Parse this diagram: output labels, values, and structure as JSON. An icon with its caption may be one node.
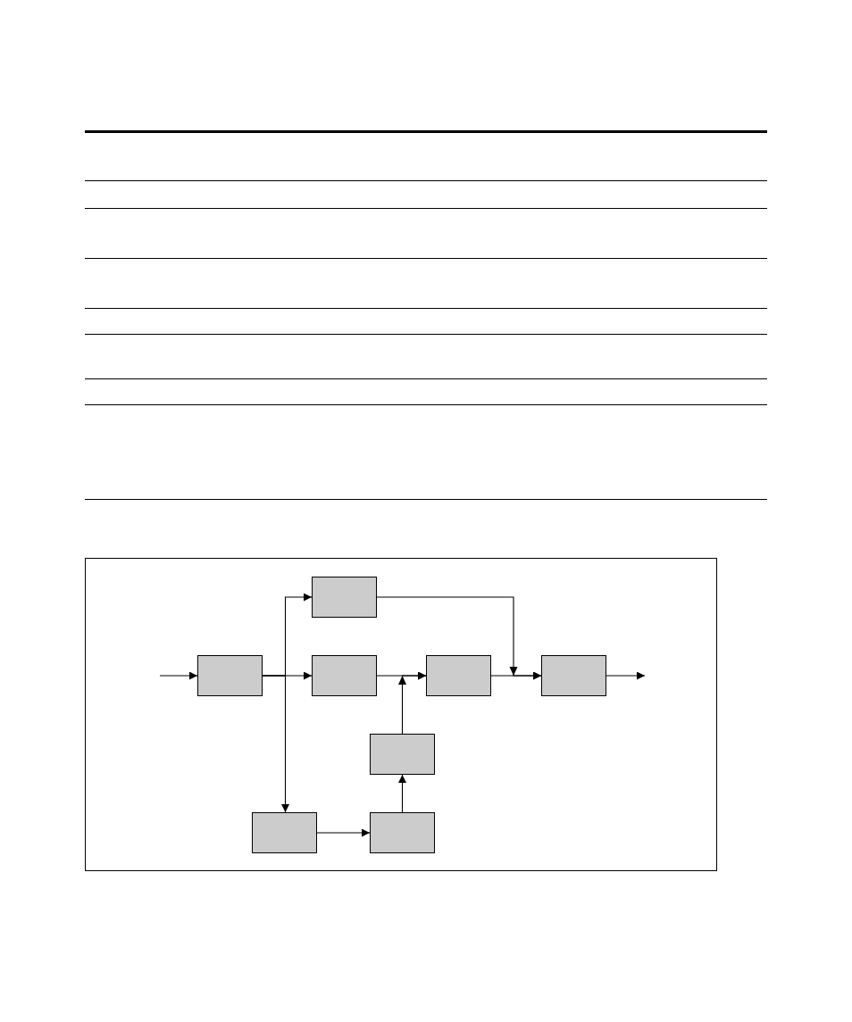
{
  "diagram": {
    "nodes": [
      {
        "text": [],
        "shape": "box"
      },
      {
        "text": [],
        "shape": "box"
      },
      {
        "text": [],
        "shape": "box"
      },
      {
        "text": [],
        "shape": "box"
      },
      {
        "text": [],
        "shape": "box"
      },
      {
        "text": [],
        "shape": "box"
      },
      {
        "text": [],
        "shape": "box"
      },
      {
        "text": [],
        "shape": "box"
      }
    ],
    "edges": [
      {
        "from": null,
        "to": 1,
        "arrow": "to"
      },
      {
        "from": 1,
        "to": 2,
        "arrow": "to"
      },
      {
        "from": 1,
        "to": 0,
        "arrow": "to"
      },
      {
        "from": 1,
        "to": 6,
        "arrow": "to"
      },
      {
        "from": 2,
        "to": 3,
        "arrow": "to"
      },
      {
        "from": 5,
        "to": 3,
        "arrow": "to"
      },
      {
        "from": 3,
        "to": 4,
        "arrow": "to"
      },
      {
        "from": 0,
        "to": 4,
        "arrow": "to"
      },
      {
        "from": 4,
        "to": null,
        "arrow": "to"
      },
      {
        "from": 6,
        "to": 7,
        "arrow": "to"
      },
      {
        "from": 7,
        "to": 5,
        "arrow": "to"
      }
    ]
  }
}
